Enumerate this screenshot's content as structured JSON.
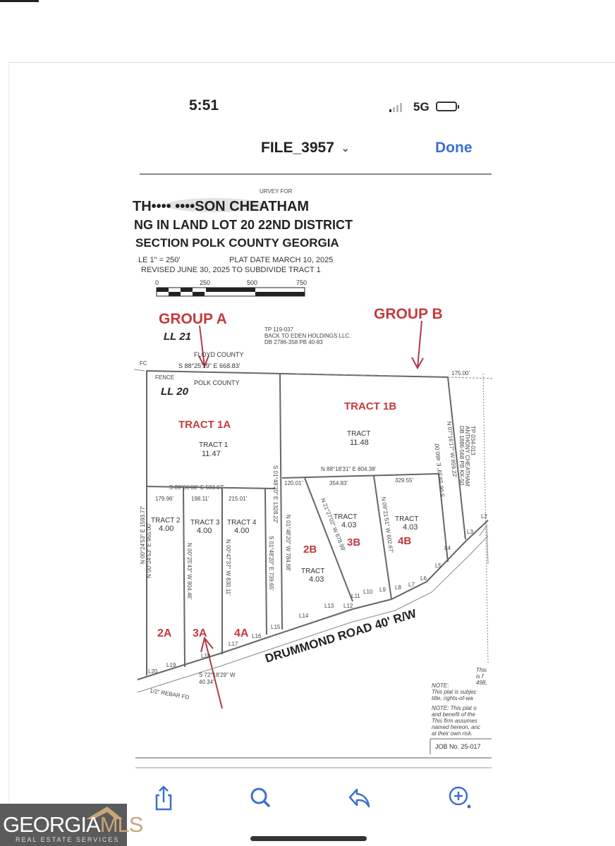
{
  "status_bar": {
    "time": "5:51",
    "network": "5G",
    "icons": [
      "signal-icon",
      "battery-icon"
    ]
  },
  "nav": {
    "file_title": "FILE_3957",
    "title_chevron": "chevron-down-icon",
    "done_label": "Done",
    "accent": "#3b6fd0"
  },
  "plat": {
    "header": {
      "survey_for": "URVEY FOR",
      "owner": "TH•••• ••••SON  CHEATHAM",
      "line2": "NG IN LAND LOT 20   22ND DISTRICT",
      "line3": "SECTION    POLK COUNTY    GEORGIA",
      "scale": "LE 1\" = 250'",
      "plat_date": "PLAT DATE MARCH 10, 2025",
      "revised": "REVISED JUNE 30, 2025 TO SUBDIVIDE TRACT 1",
      "scale_ticks": [
        "0",
        "250",
        "500",
        "750"
      ]
    },
    "groups": {
      "a": "GROUP A",
      "b": "GROUP B"
    },
    "annotation_color": "#c43a3d",
    "land_lots": {
      "ll21": "LL 21",
      "ll20": "LL 20"
    },
    "counties": {
      "floyd": "FLOYD COUNTY",
      "polk": "POLK COUNTY"
    },
    "adjoiner_north": [
      "TP 119-037",
      "BACK TO EDEN HOLDINGS LLC.",
      "DB 2786-358 PB 40-83"
    ],
    "adjoiner_east": [
      "TP 034-013",
      "ANTHONY CHEATHAM",
      "DB 1886-568 PB KK-50"
    ],
    "fc": "FC",
    "fence": "FENCE",
    "top_bearing": "S 88°25'19\" E   668.83'",
    "top_right_dist": "175.00'",
    "tracts": [
      {
        "red": "TRACT 1A",
        "name": "TRACT 1",
        "acres": "11.47"
      },
      {
        "red": "TRACT 1B",
        "name": "TRACT",
        "acres": "11.48"
      },
      {
        "red": "2A",
        "name": "TRACT 2",
        "acres": "4.00"
      },
      {
        "red": "3A",
        "name": "TRACT 3",
        "acres": "4.00"
      },
      {
        "red": "4A",
        "name": "TRACT 4",
        "acres": "4.00"
      },
      {
        "red": "2B",
        "name": "TRACT",
        "acres": "4.03"
      },
      {
        "red": "3B",
        "name": "TRACT",
        "acres": "4.03"
      },
      {
        "red": "4B",
        "name": "TRACT",
        "acres": "4.03"
      }
    ],
    "bearings": {
      "mid_left": "S 89°06'08\" E   593.07'",
      "d179": "179.96'",
      "d198": "198.11'",
      "d215": "215.01'",
      "mid_right": "N 88°18'31\" E   804.38'",
      "d120": "120.01'",
      "d354": "354.83'",
      "d329": "329.55'",
      "west1": "N 00°24'53\" E   1593.77'",
      "west2": "N 00°24'53\" E   955.00'",
      "t3w": "N 00°25'43\" W   904.46'",
      "t4w": "N 00°47'37\" W   830.11'",
      "t4e": "S 01°48'20\" E   739.65'",
      "t1e": "S 01°48'20\" E   1328.22'",
      "t2be": "N 01°48'20\" W   784.68'",
      "t3bw": "N 21°27'02\" W   678.99'",
      "t4bw": "N 09°21'51\" W   602.67'",
      "t4be": "S 06°59'39\" E   460.00'",
      "t1be": "N 07°16'17\" W   859.22'",
      "bottom": "S 72°18'29\" W",
      "bottom_dist": "40.34'"
    },
    "line_labels": [
      "L2",
      "L3",
      "L4",
      "L5",
      "L6",
      "L7",
      "L8",
      "L9",
      "L10",
      "L11",
      "L12",
      "L13",
      "L14",
      "L15",
      "L16",
      "L17",
      "L18",
      "L19",
      "L20"
    ],
    "road": "DRUMMOND ROAD 40' R/W",
    "rebar": "1/2\" REBAR FD",
    "notes": [
      "This",
      "is f",
      "498,",
      "NOTE:",
      "This plat is subjec",
      "title, rights-of-wa",
      "NOTE:  This plat o",
      "and benefit of the",
      "This firm assumes",
      "named hereon, anc",
      "at their own risk."
    ],
    "job_no": "JOB No. 25-017"
  },
  "toolbar": {
    "icons": [
      "share-icon",
      "search-icon",
      "reply-icon",
      "markup-icon"
    ]
  },
  "watermark": {
    "brand": "GEORGIA",
    "brand_accent": "MLS",
    "tagline": "REAL ESTATE SERVICES"
  }
}
